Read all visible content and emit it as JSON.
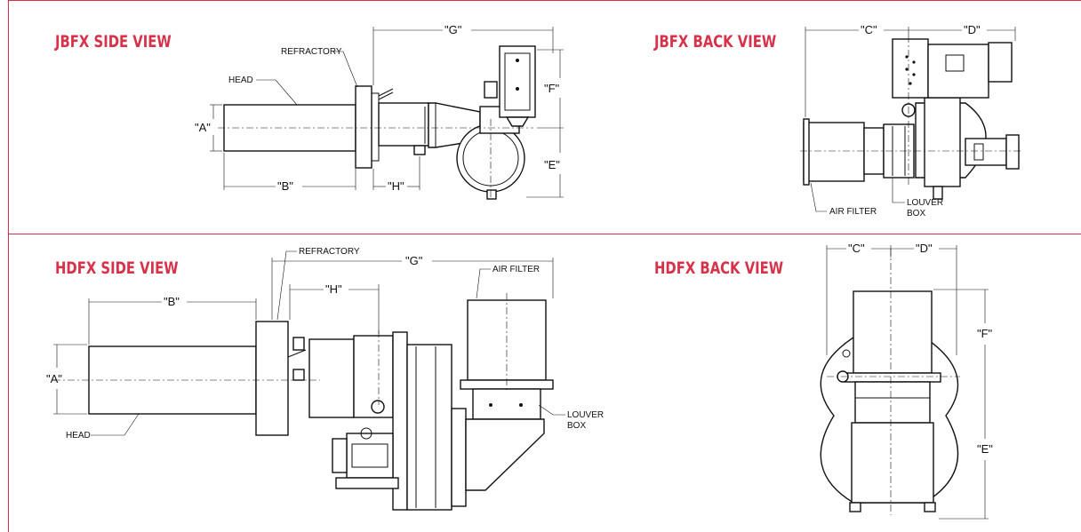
{
  "views": {
    "jbfx_side": {
      "title": "JBFX SIDE VIEW",
      "labels": {
        "refractory": "REFRACTORY",
        "head": "HEAD"
      },
      "dims": {
        "a": "\"A\"",
        "b": "\"B\"",
        "e": "\"E\"",
        "f": "\"F\"",
        "g": "\"G\"",
        "h": "\"H\""
      }
    },
    "jbfx_back": {
      "title": "JBFX BACK VIEW",
      "labels": {
        "air_filter": "AIR FILTER",
        "louver": "LOUVER",
        "box": "BOX"
      },
      "dims": {
        "c": "\"C\"",
        "d": "\"D\""
      }
    },
    "hdfx_side": {
      "title": "HDFX SIDE VIEW",
      "labels": {
        "refractory": "REFRACTORY",
        "head": "HEAD",
        "air_filter": "AIR FILTER",
        "louver": "LOUVER",
        "box": "BOX"
      },
      "dims": {
        "a": "\"A\"",
        "b": "\"B\"",
        "g": "\"G\"",
        "h": "\"H\""
      }
    },
    "hdfx_back": {
      "title": "HDFX BACK VIEW",
      "dims": {
        "c": "\"C\"",
        "d": "\"D\"",
        "e": "\"E\"",
        "f": "\"F\""
      }
    }
  },
  "colors": {
    "accent": "#d8314a",
    "line": "#111111"
  }
}
